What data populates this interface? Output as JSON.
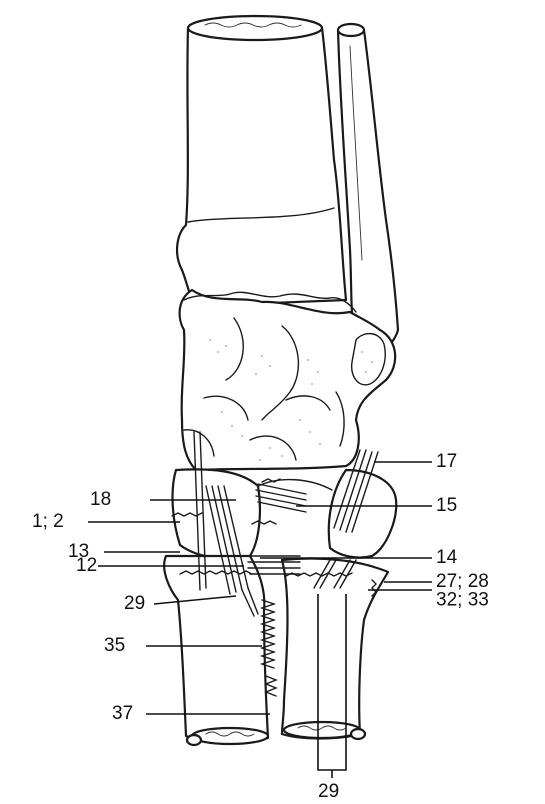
{
  "labels": {
    "l17": "17",
    "l18": "18",
    "l15": "15",
    "l1_2": "1; 2",
    "l13": "13",
    "l14": "14",
    "l12": "12",
    "l27_28": "27; 28",
    "l29_left": "29",
    "l32_33": "32; 33",
    "l35": "35",
    "l37": "37",
    "l29_bottom": "29"
  }
}
